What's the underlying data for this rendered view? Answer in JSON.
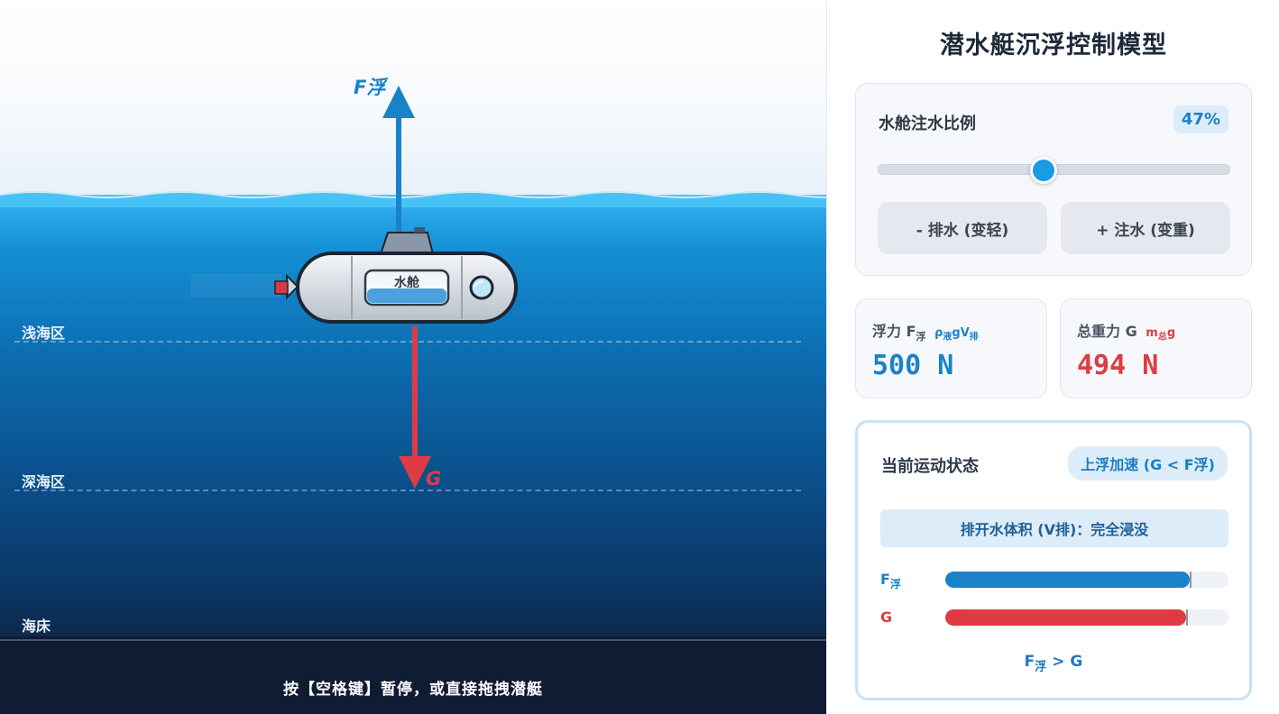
{
  "scene": {
    "force_buoyancy_label": "F浮",
    "force_gravity_label": "G",
    "tank_label": "水舱",
    "depth_zones": [
      {
        "label": "浅海区"
      },
      {
        "label": "深海区"
      },
      {
        "label": "海床"
      }
    ],
    "hint": "按【空格键】暂停，或直接拖拽潜艇"
  },
  "panel": {
    "title": "潜水艇沉浮控制模型",
    "water_ratio": {
      "label": "水舱注水比例",
      "value_text": "47%",
      "value": 47
    },
    "buttons": {
      "drain": "- 排水 (变轻)",
      "fill": "+ 注水 (变重)"
    },
    "buoyancy": {
      "label": "浮力 F",
      "label_sub": "浮",
      "formula_rho": "ρ",
      "formula_rho_sub": "液",
      "formula_gv": "gV",
      "formula_v_sub": "排",
      "value_text": "500 N",
      "value": 500
    },
    "weight": {
      "label": "总重力 G",
      "formula_m": "m",
      "formula_m_sub": "总",
      "formula_g": "g",
      "value_text": "494 N",
      "value": 494
    },
    "status": {
      "title": "当前运动状态",
      "badge": "上浮加速 (G < F浮)",
      "volume": "排开水体积 (V排)：完全浸没",
      "bar_buoyancy_label": "F",
      "bar_buoyancy_sub": "浮",
      "bar_gravity_label": "G",
      "compare_f": "F",
      "compare_sub": "浮",
      "compare_rest": " > G"
    }
  },
  "chart_data": {
    "type": "bar",
    "categories": [
      "F浮",
      "G"
    ],
    "values": [
      500,
      494
    ],
    "max": 580,
    "colors": [
      "#1a82c9",
      "#e03b44"
    ]
  },
  "colors": {
    "buoyancy": "#1a82c9",
    "gravity": "#e03b44",
    "accent": "#1a9be6"
  }
}
